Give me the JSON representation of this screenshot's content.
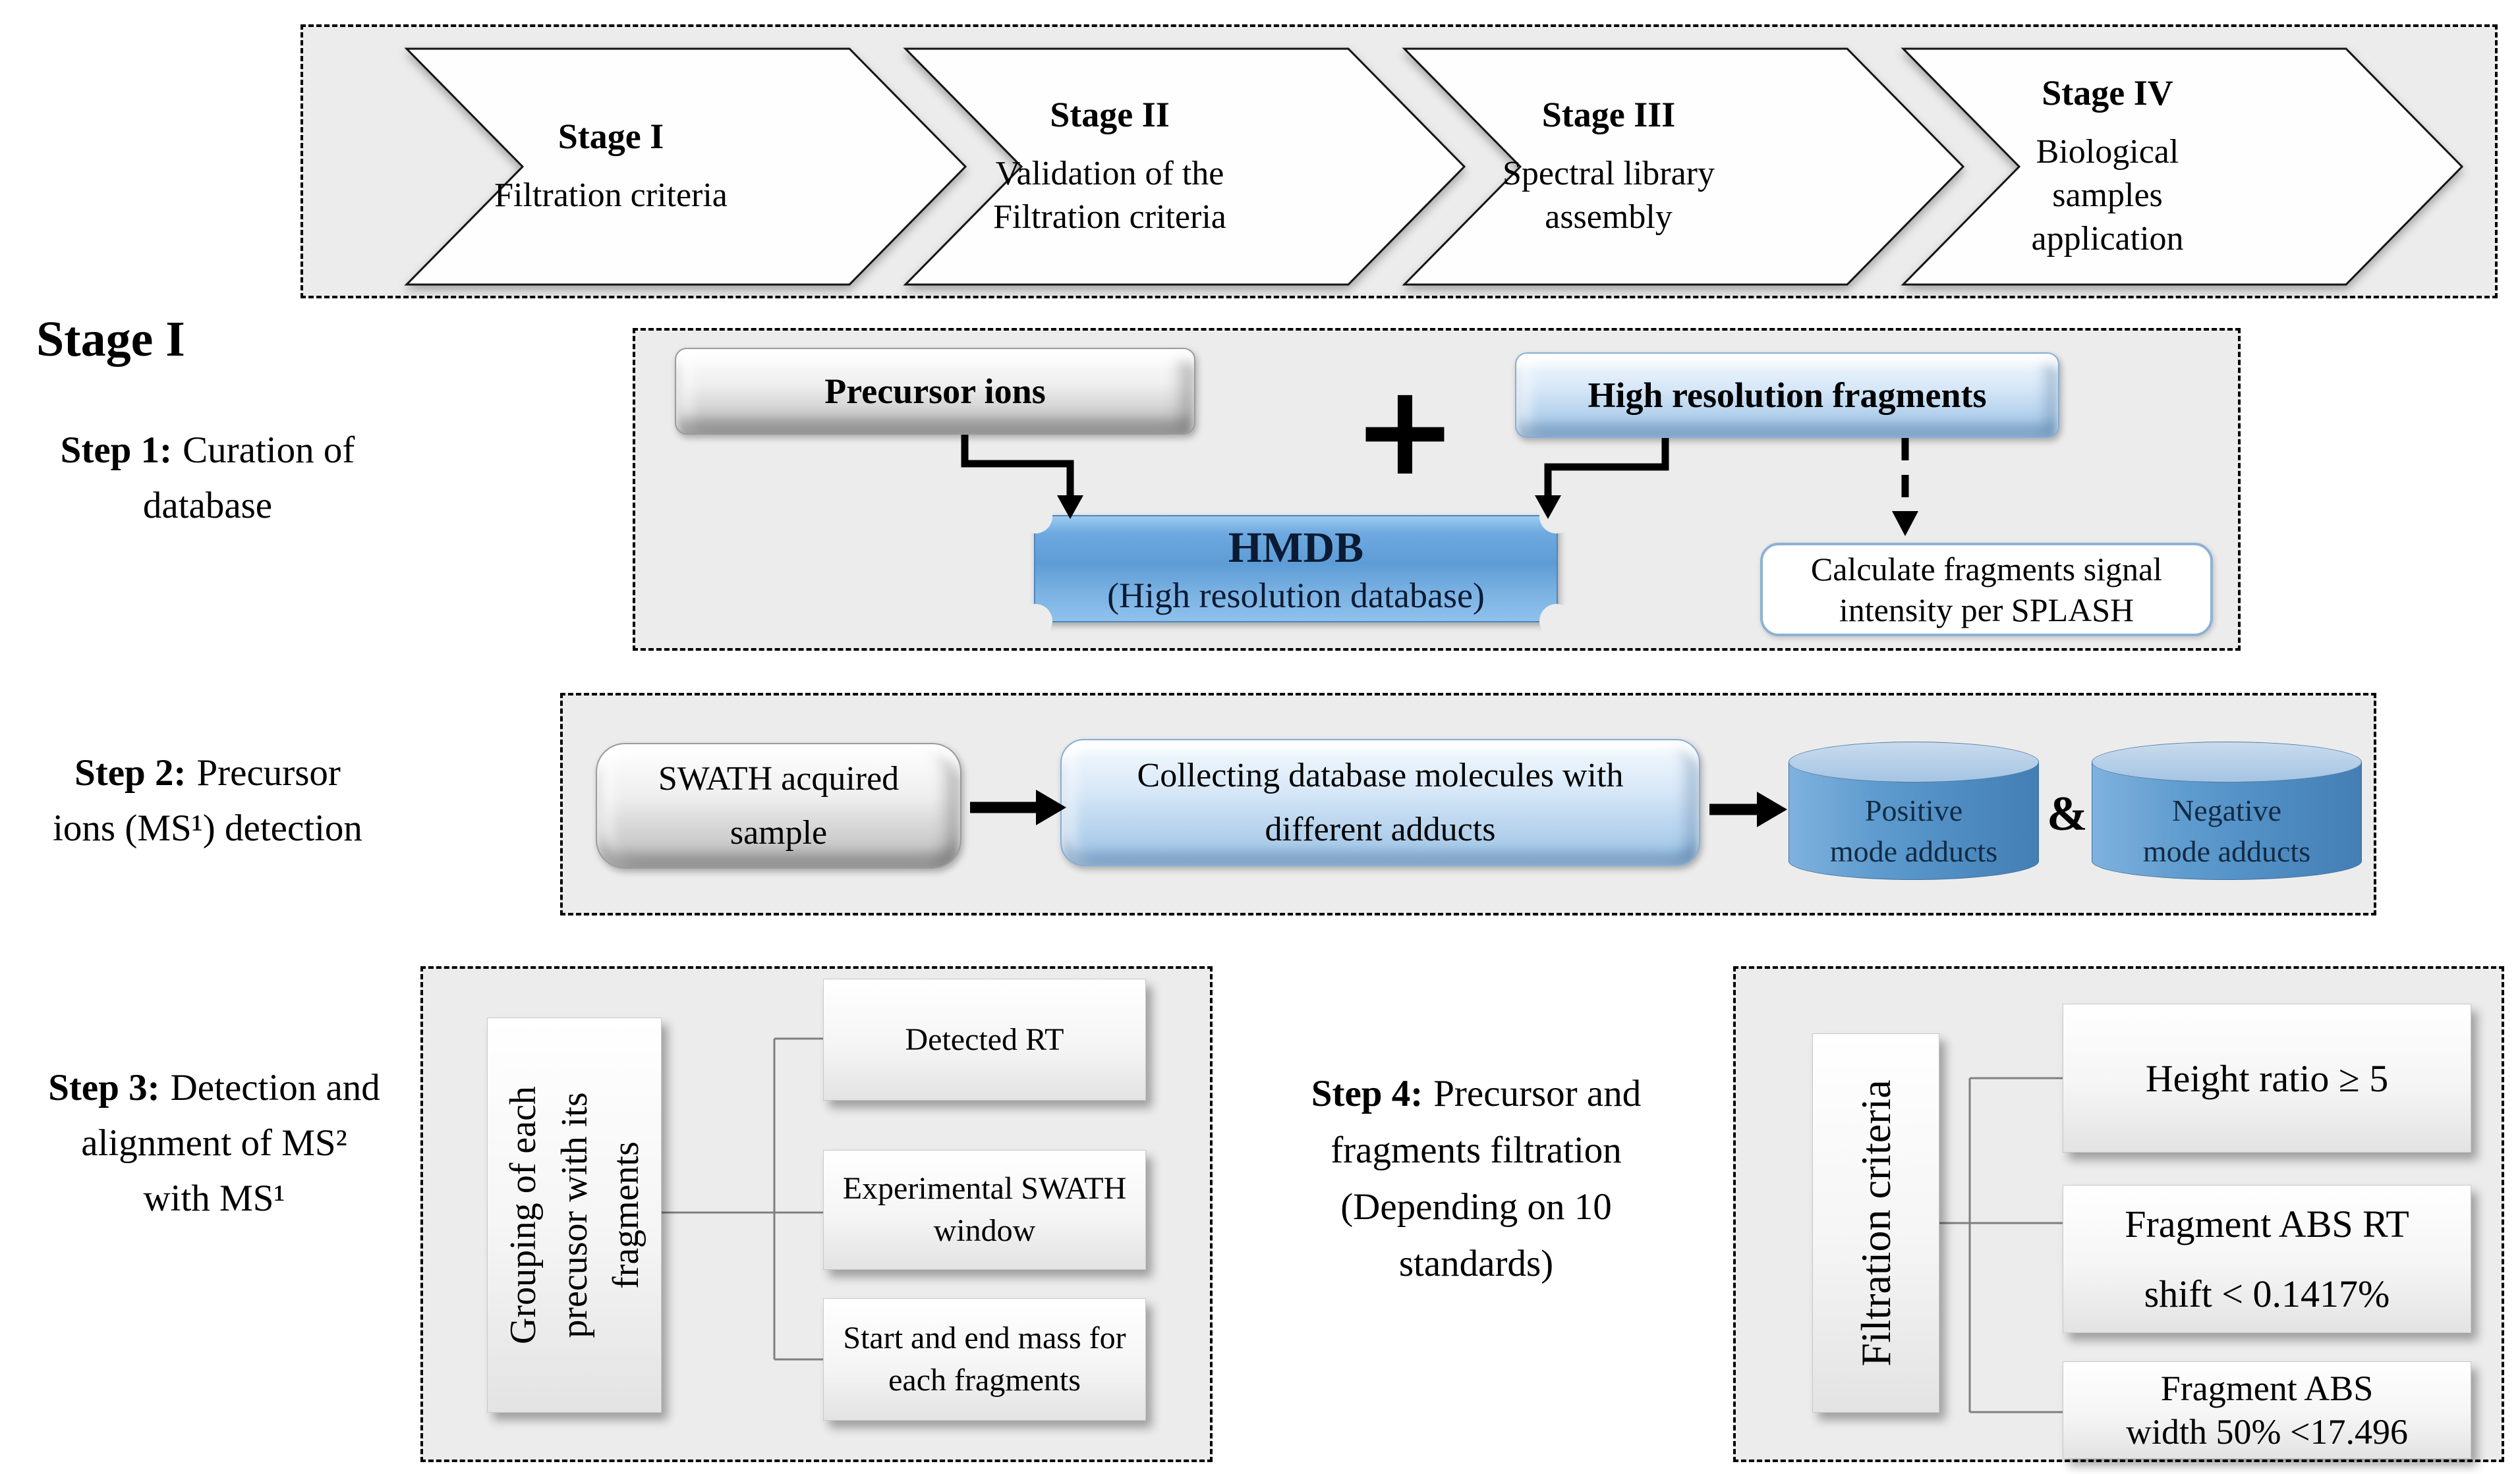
{
  "banner": {
    "chevrons": [
      {
        "title": "Stage I",
        "line1": "Filtration criteria",
        "line2": "",
        "line3": ""
      },
      {
        "title": "Stage II",
        "line1": "Validation of the",
        "line2": "Filtration criteria",
        "line3": ""
      },
      {
        "title": "Stage III",
        "line1": "Spectral library",
        "line2": "assembly",
        "line3": ""
      },
      {
        "title": "Stage IV",
        "line1": "Biological",
        "line2": "samples",
        "line3": "application"
      }
    ]
  },
  "stage_section_heading": "Stage I",
  "steps": [
    {
      "prefix": "Step 1:",
      "line1": "Curation of",
      "line2": "database",
      "line3": "",
      "line4": ""
    },
    {
      "prefix": "Step 2:",
      "line1": "Precursor",
      "line2": "ions (MS¹) detection",
      "line3": "",
      "line4": ""
    },
    {
      "prefix": "Step 3:",
      "line1": "Detection and",
      "line2": "alignment of MS²",
      "line3": "with MS¹",
      "line4": ""
    },
    {
      "prefix": "Step 4:",
      "line1": "Precursor and",
      "line2": "fragments filtration",
      "line3": "(Depending on 10",
      "line4": "standards)"
    }
  ],
  "step1": {
    "precursor_box": "Precursor ions",
    "plus": "+",
    "fragments_box": "High resolution fragments",
    "hmdb_title": "HMDB",
    "hmdb_subtitle": "(High resolution database)",
    "calc_line1": "Calculate fragments signal",
    "calc_line2": "intensity per SPLASH"
  },
  "step2": {
    "swath_line1": "SWATH acquired",
    "swath_line2": "sample",
    "collect_line1": "Collecting database molecules with",
    "collect_line2": "different adducts",
    "cyl_positive_line1": "Positive",
    "cyl_positive_line2": "mode adducts",
    "ampersand": "&",
    "cyl_negative_line1": "Negative",
    "cyl_negative_line2": "mode adducts"
  },
  "step3": {
    "vertical_line1": "Grouping of each",
    "vertical_line2": "precusor with its",
    "vertical_line3": "fragments",
    "box1": "Detected RT",
    "box2_line1": "Experimental SWATH",
    "box2_line2": "window",
    "box3_line1": "Start and end mass for",
    "box3_line2": "each fragments"
  },
  "step4": {
    "vertical_label": "Filtration criteria",
    "box1": "Height ratio ≥ 5",
    "box2_line1": "Fragment ABS RT",
    "box2_line2": "shift < 0.1417%",
    "box3_line1": "Fragment ABS",
    "box3_line2": "width 50% <17.496"
  },
  "colors": {
    "panel_bg": "#ececec",
    "chevron_fill": "#fefefe",
    "outline_black": "#141414",
    "gray_plaque_dark": "#bdbdbd",
    "blue_plaque_dark": "#9cc2e6",
    "hmdb_blue": "#5e9cd6",
    "hmdb_border": "#4d86bd",
    "cylinder_body": "#5e9bce",
    "cylinder_top": "#a5c5e3",
    "calc_border": "#8cb2d4",
    "connector_gray": "#7f7f7f",
    "arrow_black": "#000000"
  }
}
